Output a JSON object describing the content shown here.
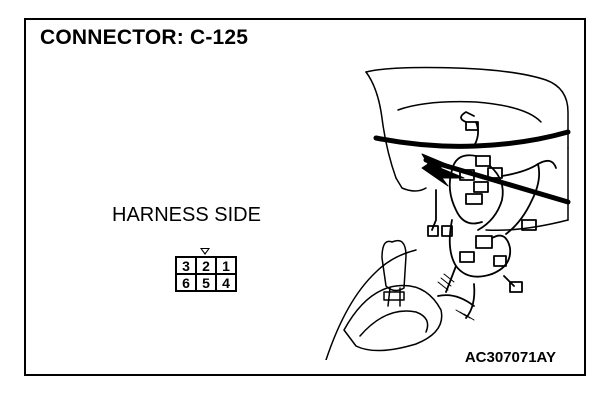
{
  "title": "CONNECTOR: C-125",
  "harness_label": "HARNESS SIDE",
  "connector_pins": {
    "top_row": [
      "3",
      "2",
      "1"
    ],
    "bottom_row": [
      "6",
      "5",
      "4"
    ]
  },
  "figure_code": "AC307071AY",
  "icons": {
    "pointer": "arrow-icon",
    "key": "connector-key-icon"
  },
  "colors": {
    "line": "#000000",
    "background": "#ffffff"
  }
}
